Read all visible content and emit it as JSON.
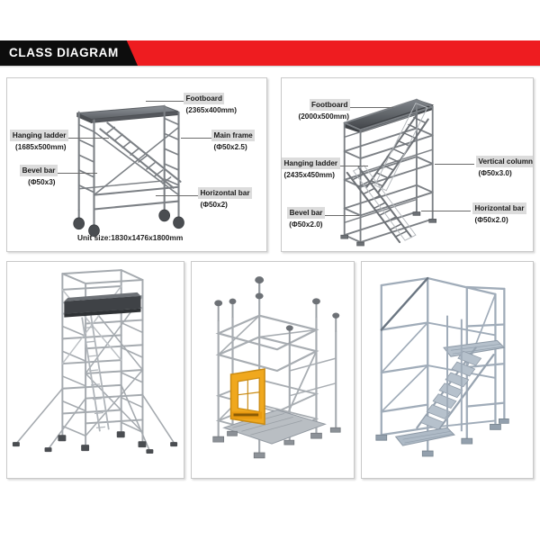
{
  "header": {
    "title": "CLASS DIAGRAM",
    "black": "#0d0d0d",
    "red": "#ee1c20"
  },
  "panels": {
    "diagram_1": {
      "name": "mobile-scaffold-tower-diagram",
      "caption": "Unit size:1830x1476x1800mm",
      "labels": [
        {
          "line1": "Footboard",
          "line2": "(2365x400mm)"
        },
        {
          "line1": "Main frame",
          "line2": "(Φ50x2.5)"
        },
        {
          "line1": "Horizontal bar",
          "line2": "(Φ50x2)"
        },
        {
          "line1": "Hanging ladder",
          "line2": "(1685x500mm)"
        },
        {
          "line1": "Bevel bar",
          "line2": "(Φ50x3)"
        }
      ]
    },
    "diagram_2": {
      "name": "ringlock-stair-tower-diagram",
      "labels": [
        {
          "line1": "Footboard",
          "line2": "(2000x500mm)"
        },
        {
          "line1": "Hanging ladder",
          "line2": "(2435x450mm)"
        },
        {
          "line1": "Bevel bar",
          "line2": "(Φ50x2.0)"
        },
        {
          "line1": "Vertical column",
          "line2": "(Φ50x3.0)"
        },
        {
          "line1": "Horizontal bar",
          "line2": "(Φ50x2.0)"
        }
      ]
    },
    "photo_1": {
      "name": "aluminium-mobile-tower-photo"
    },
    "photo_2": {
      "name": "ringlock-scaffold-with-gate-photo"
    },
    "photo_3": {
      "name": "galvanized-stair-tower-photo"
    }
  },
  "colors": {
    "metal_dark": "#6f7276",
    "metal_mid": "#9aa0a6",
    "metal_light": "#c9ced3",
    "deck_dark": "#4c4f53",
    "gate_yellow": "#f0a81e",
    "blue_steel": "#a9b6c4"
  }
}
